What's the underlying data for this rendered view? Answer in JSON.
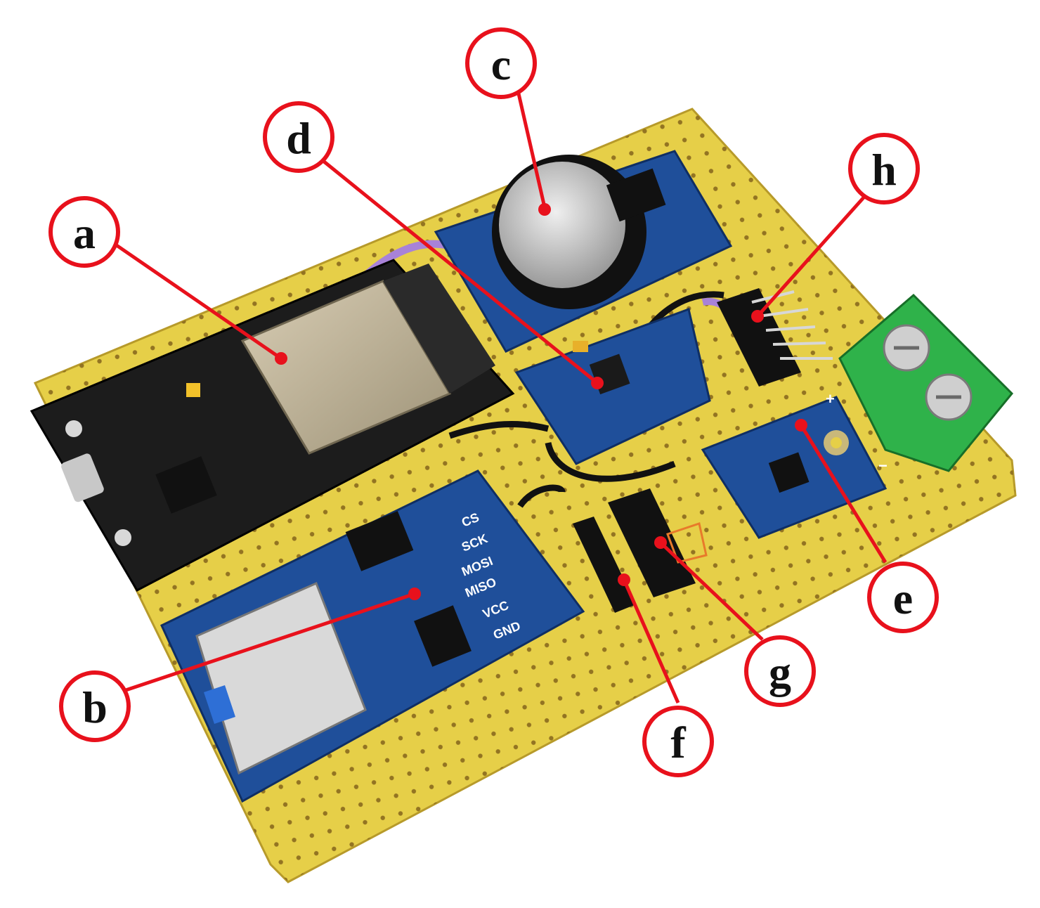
{
  "colors": {
    "callout_red": "#e8111c",
    "board_yellow": "#e9d54a",
    "module_blue": "#1f4f9a",
    "esp_black": "#1c1c1c",
    "terminal_green": "#2fb24a",
    "wire_purple": "#a882d8"
  },
  "callouts": [
    {
      "id": "a",
      "label": "a"
    },
    {
      "id": "b",
      "label": "b"
    },
    {
      "id": "c",
      "label": "c"
    },
    {
      "id": "d",
      "label": "d"
    },
    {
      "id": "e",
      "label": "e"
    },
    {
      "id": "f",
      "label": "f"
    },
    {
      "id": "g",
      "label": "g"
    },
    {
      "id": "h",
      "label": "h"
    }
  ],
  "silkscreen": {
    "sd_pins": [
      "CS",
      "SCK",
      "MOSI",
      "MISO",
      "VCC",
      "GND"
    ],
    "plus": "+",
    "minus": "−"
  }
}
